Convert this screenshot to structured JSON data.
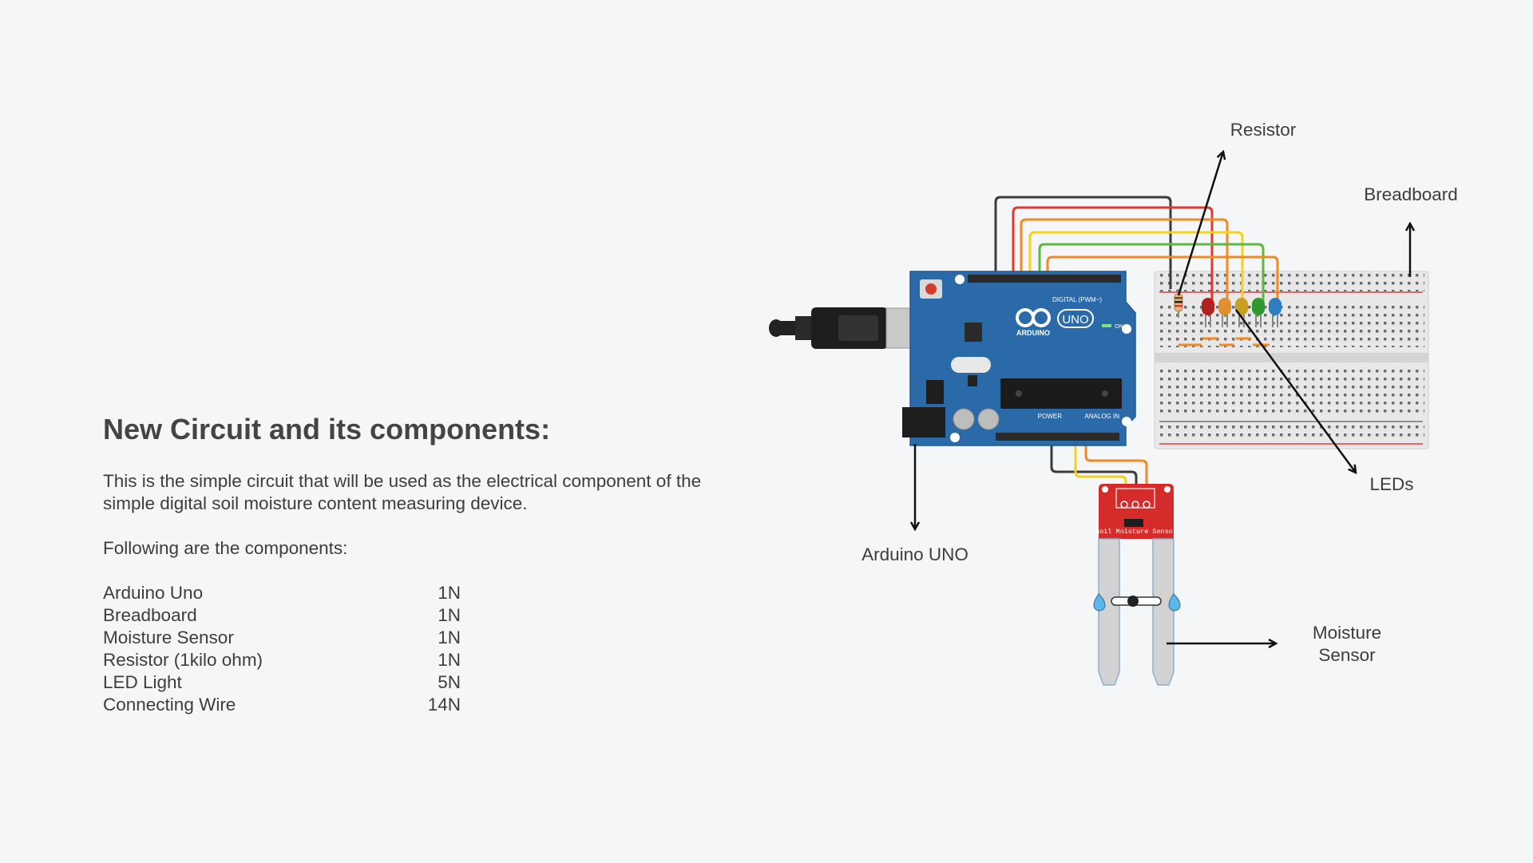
{
  "heading": "New Circuit and its components:",
  "intro": "This is the simple circuit that will be used as the electrical component of the simple digital soil moisture content measuring device.",
  "components_lead": "Following are the components:",
  "components": [
    {
      "name": "Arduino Uno",
      "qty": "1N"
    },
    {
      "name": "Breadboard",
      "qty": "1N"
    },
    {
      "name": "Moisture Sensor",
      "qty": "1N"
    },
    {
      "name": "Resistor (1kilo ohm)",
      "qty": "1N"
    },
    {
      "name": "LED Light",
      "qty": "5N"
    },
    {
      "name": "Connecting Wire",
      "qty": "14N"
    }
  ],
  "diagram": {
    "labels": {
      "resistor": "Resistor",
      "breadboard": "Breadboard",
      "leds": "LEDs",
      "arduino": "Arduino UNO",
      "moisture_line1": "Moisture",
      "moisture_line2": "Sensor"
    },
    "board_text": {
      "logo": "UNO",
      "brand": "ARDUINO",
      "digital": "DIGITAL (PWM~)",
      "power": "POWER",
      "analog": "ANALOG IN",
      "on": "ON",
      "sensor": "Soil Moisture Sensor"
    },
    "colors": {
      "board": "#2a6aa8",
      "sensor": "#d62b2b",
      "wire_black": "#3a3a3a",
      "wire_red": "#e03a30",
      "wire_orange": "#f08a24",
      "wire_yellow": "#f2d21f",
      "wire_green": "#5cb940",
      "led_red": "#b32020",
      "led_orange": "#e09030",
      "led_yellow": "#c8a020",
      "led_green": "#2e9a2e",
      "led_blue": "#2f7fc0"
    }
  }
}
